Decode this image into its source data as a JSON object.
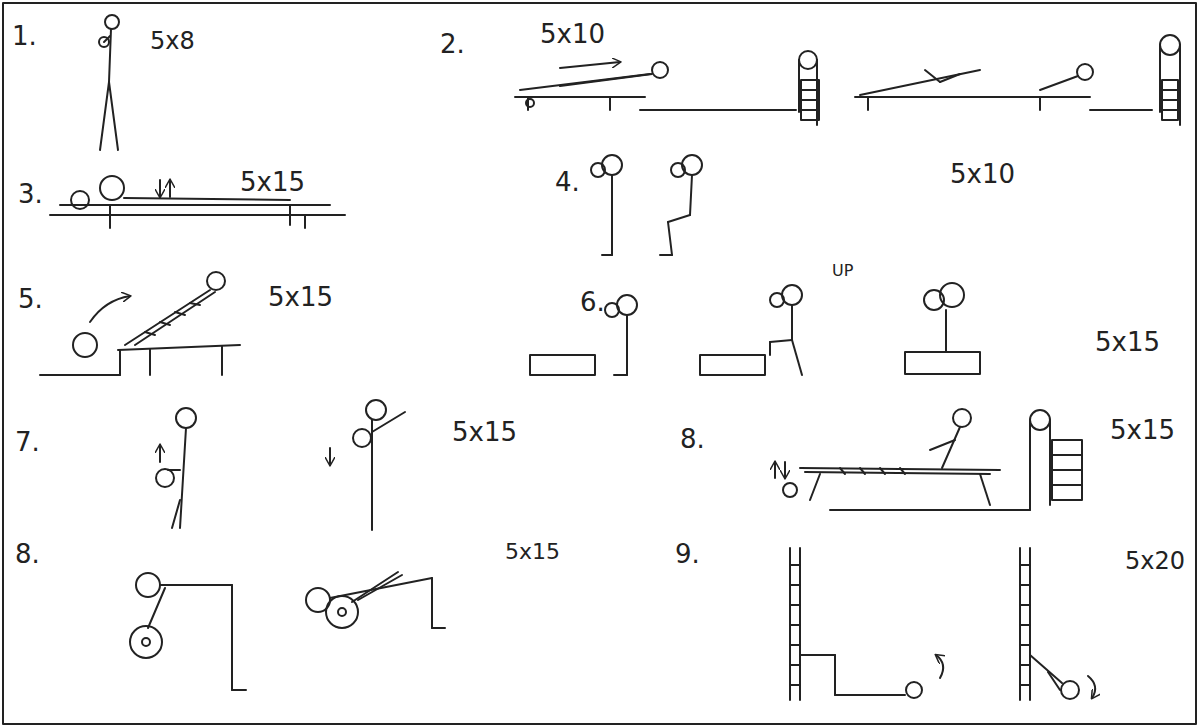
{
  "diagram": {
    "labels": [
      "1.",
      "5x8",
      "2.",
      "5x10",
      "3.",
      "5x15",
      "4.",
      "5x10",
      "5.",
      "5x15",
      "6.",
      "UP",
      "5x15",
      "7.",
      "5x15",
      "8.",
      "5x15",
      "8.",
      "5x15",
      "9.",
      "5x20"
    ]
  }
}
